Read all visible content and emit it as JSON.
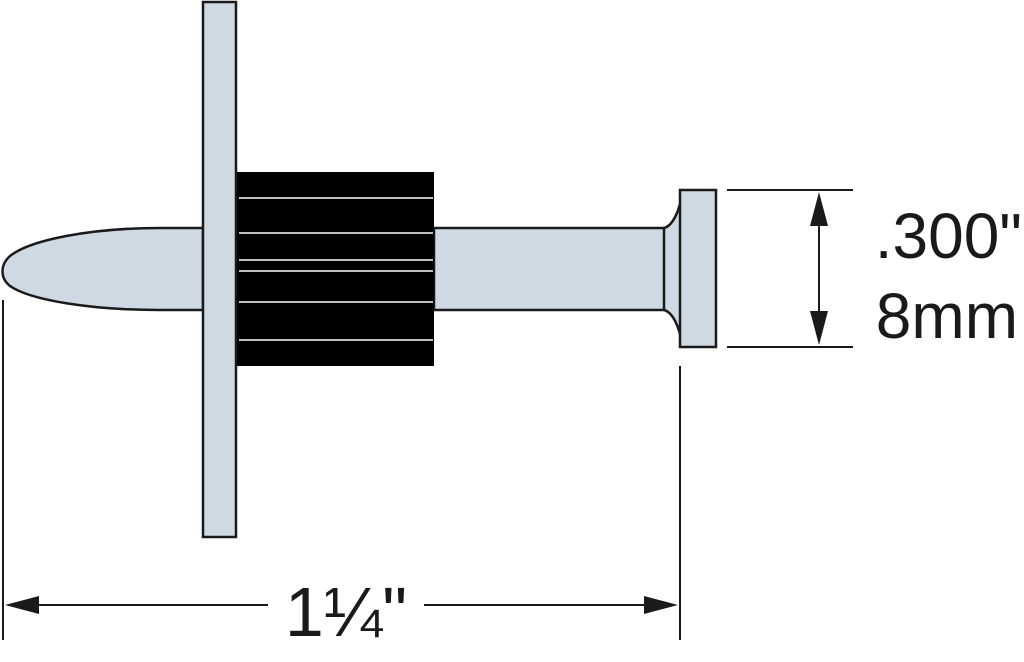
{
  "diagram": {
    "head_diameter_imperial": ".300\"",
    "head_diameter_metric": "8mm",
    "length_label": "1¼\"",
    "colors": {
      "metal": "#cfd9e3",
      "outline": "#1a1a1a",
      "fluted_sleeve": "#000000",
      "sleeve_stripe": "#ffffff",
      "background": "#ffffff"
    }
  }
}
